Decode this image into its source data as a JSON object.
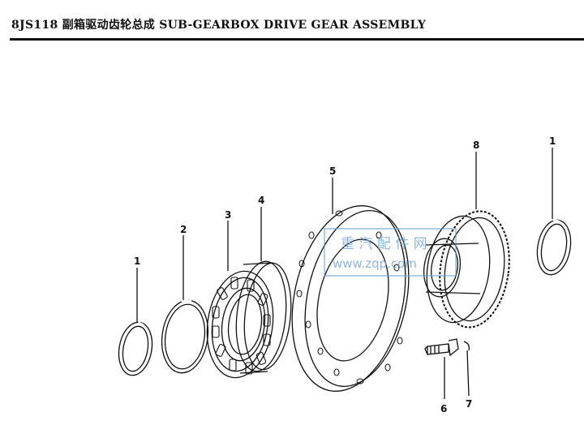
{
  "header": {
    "title": "8JS118 副箱驱动齿轮总成 SUB-GEARBOX DRIVE GEAR ASSEMBLY"
  },
  "callouts": {
    "c1_left": "1",
    "c2": "2",
    "c3": "3",
    "c4": "4",
    "c5": "5",
    "c6": "6",
    "c7": "7",
    "c8": "8",
    "c1_right": "1"
  },
  "watermark": {
    "line1": "重 汽 配 件 网",
    "line2": "www.zqp.com"
  },
  "colors": {
    "ink": "#111111",
    "watermark": "#6aa0d8"
  }
}
